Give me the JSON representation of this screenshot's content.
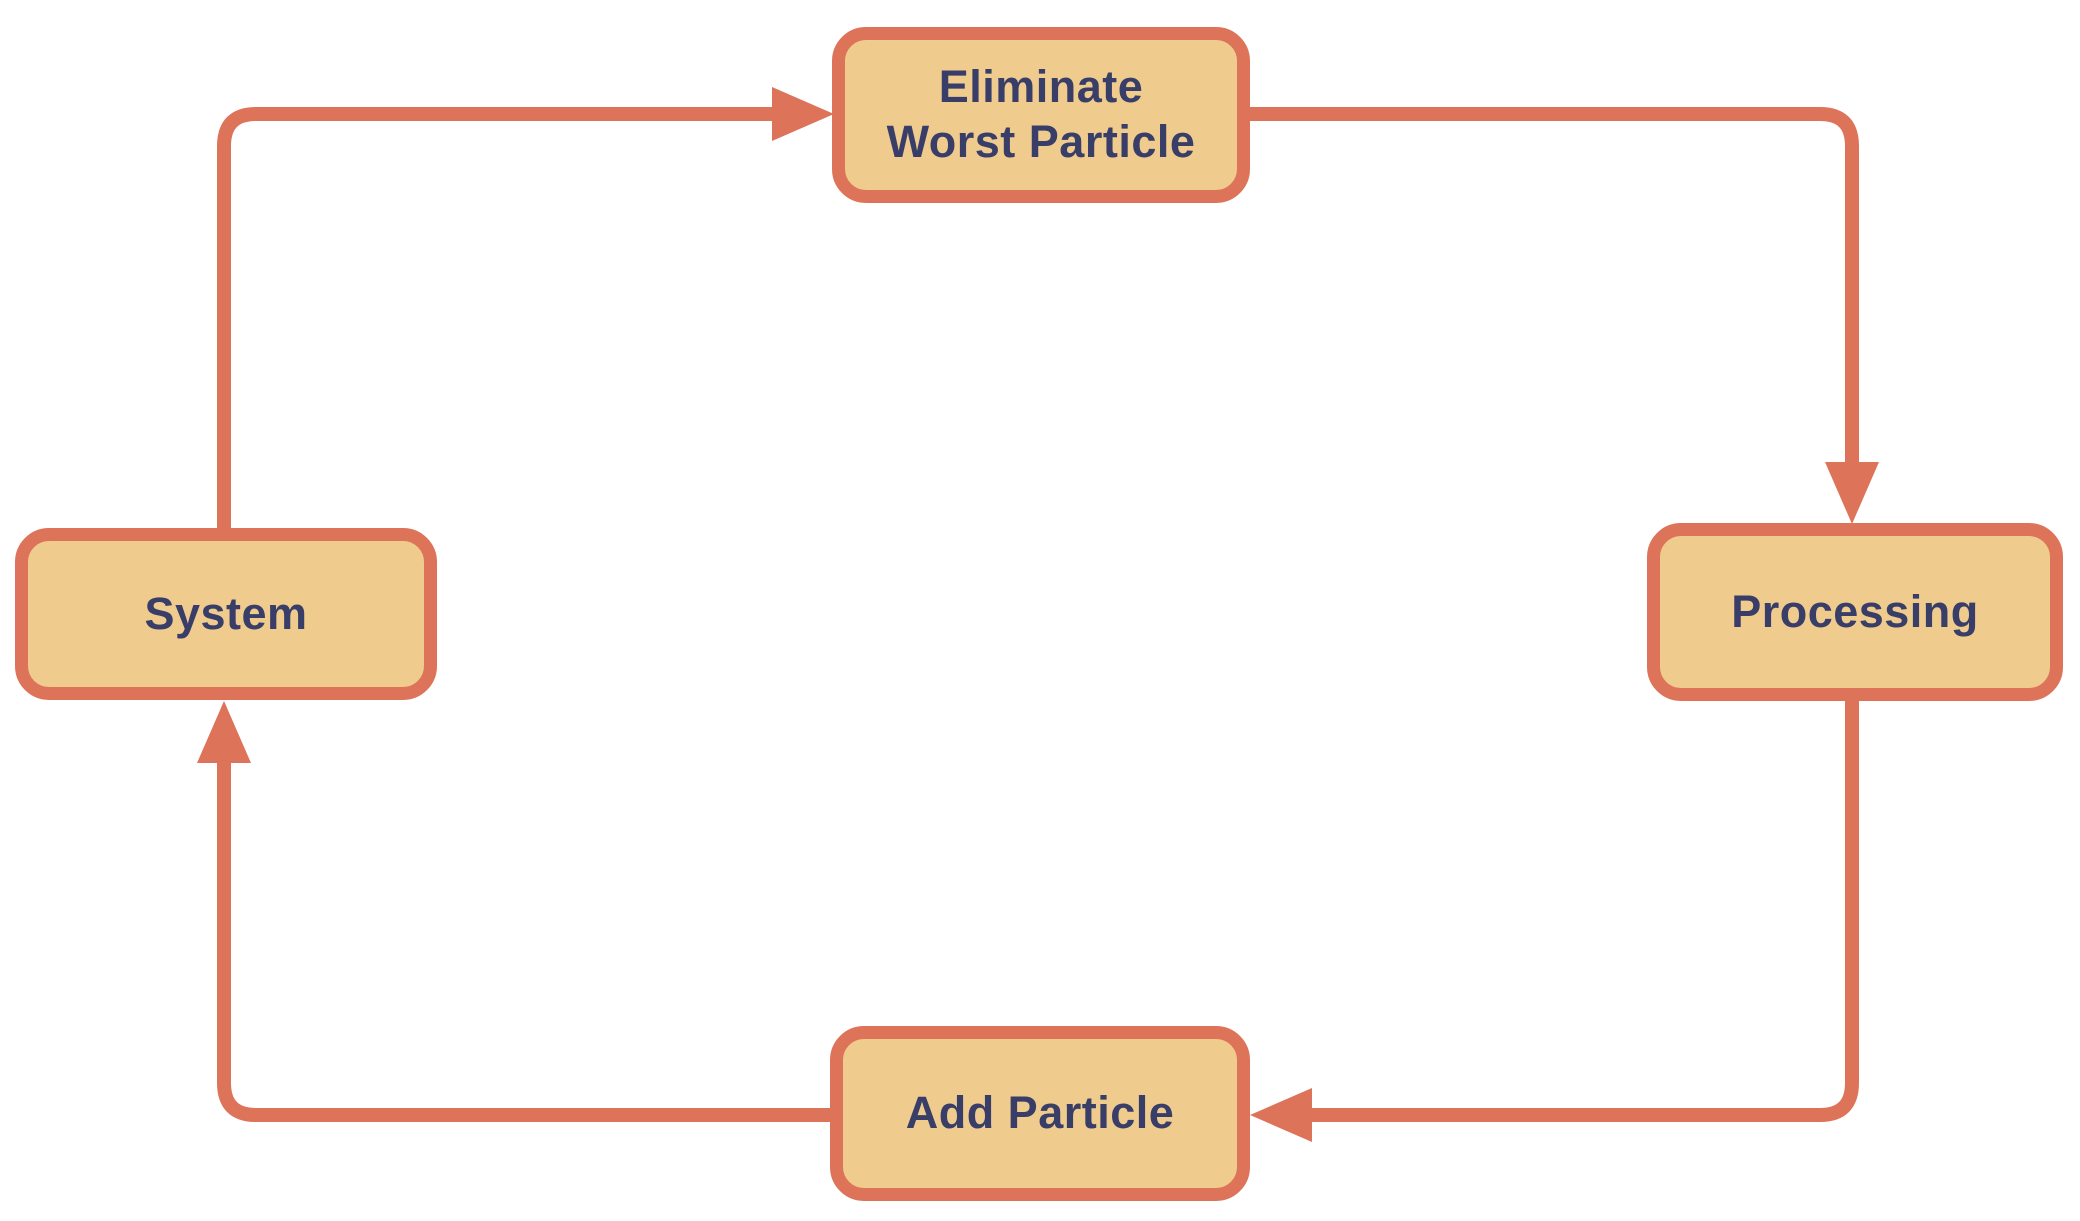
{
  "colors": {
    "background": "#ffffff",
    "accent": "#DD7358",
    "node_fill": "#F0CB8E",
    "node_text": "#383E68"
  },
  "diagram": {
    "type": "cycle-flowchart",
    "nodes": [
      {
        "id": "eliminate-worst-particle",
        "lines": [
          "Eliminate",
          "Worst Particle"
        ]
      },
      {
        "id": "processing",
        "lines": [
          "Processing"
        ]
      },
      {
        "id": "add-particle",
        "lines": [
          "Add Particle"
        ]
      },
      {
        "id": "system",
        "lines": [
          "System"
        ]
      }
    ],
    "edges": [
      {
        "from": "system",
        "to": "eliminate-worst-particle"
      },
      {
        "from": "eliminate-worst-particle",
        "to": "processing"
      },
      {
        "from": "processing",
        "to": "add-particle"
      },
      {
        "from": "add-particle",
        "to": "system"
      }
    ]
  }
}
